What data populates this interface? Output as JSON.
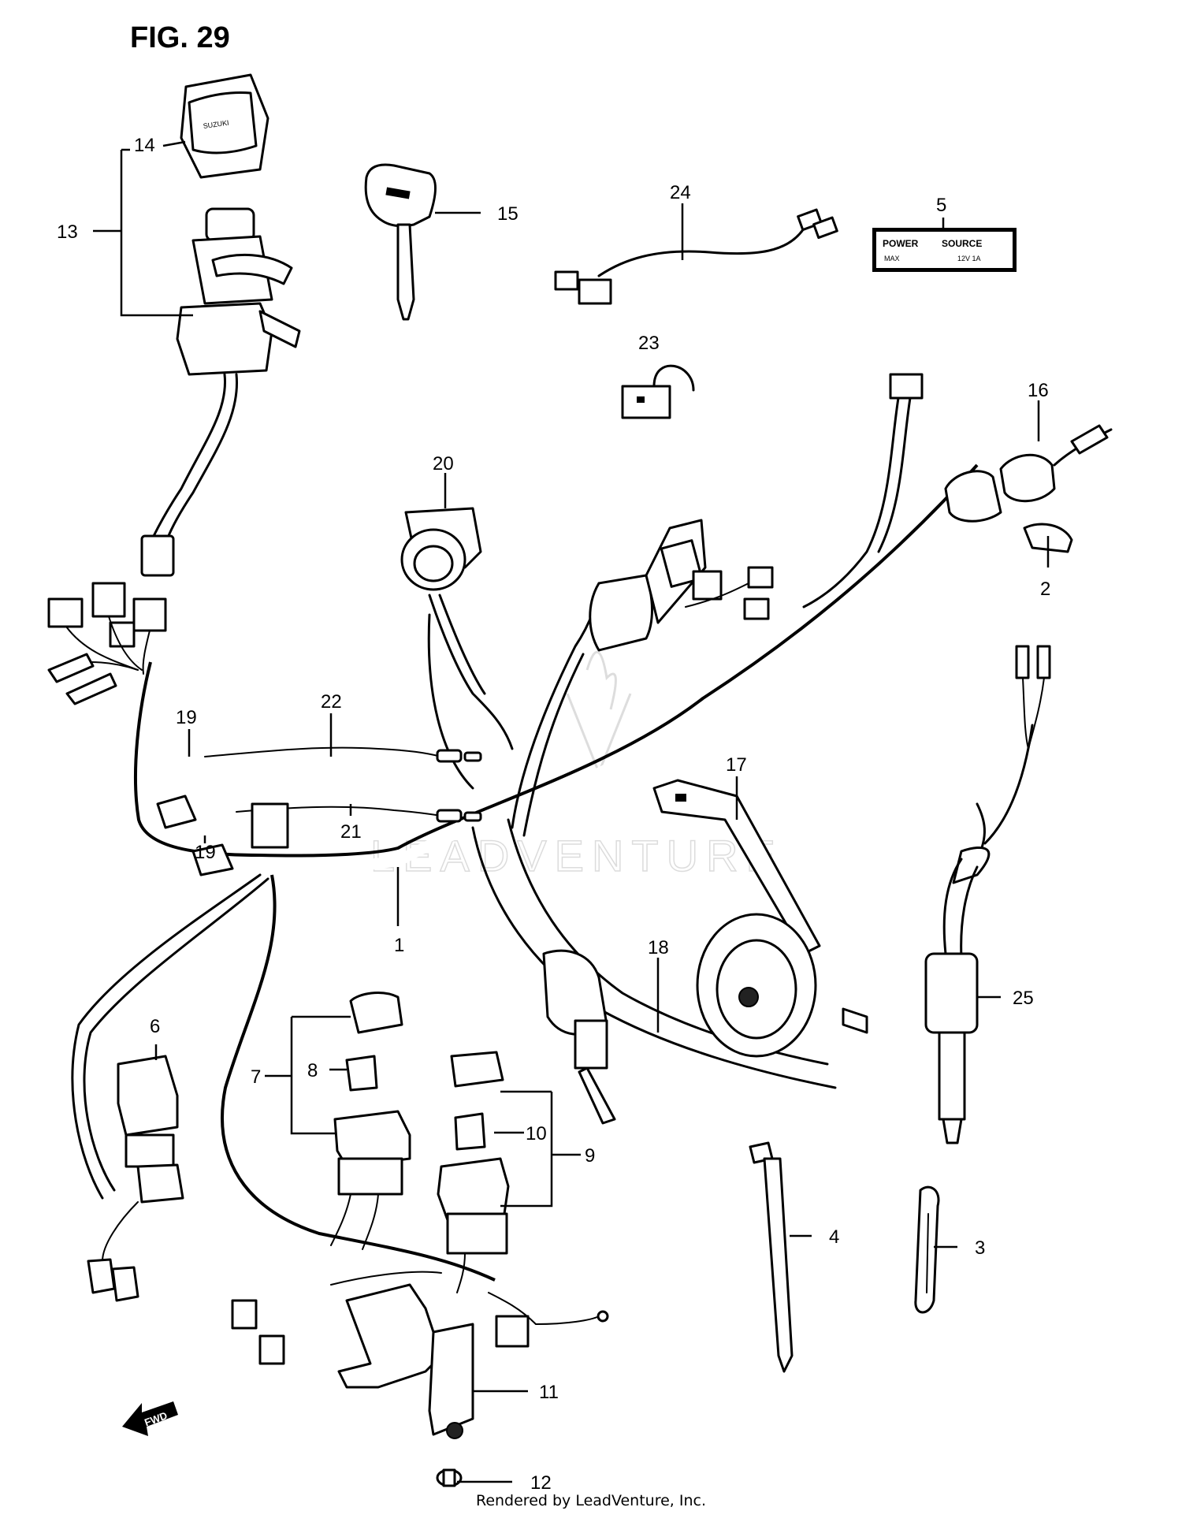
{
  "figure": {
    "title": "FIG. 29"
  },
  "callouts": {
    "c1": "1",
    "c2": "2",
    "c3": "3",
    "c4": "4",
    "c5": "5",
    "c6": "6",
    "c7": "7",
    "c8": "8",
    "c9": "9",
    "c10": "10",
    "c11": "11",
    "c12": "12",
    "c13": "13",
    "c14": "14",
    "c15": "15",
    "c16": "16",
    "c17": "17",
    "c18": "18",
    "c19a": "19",
    "c19b": "19",
    "c20": "20",
    "c21": "21",
    "c22": "22",
    "c23": "23",
    "c24": "24",
    "c25": "25"
  },
  "decal": {
    "power": "POWER",
    "source": "SOURCE",
    "max": "MAX",
    "spec": "12V 1A"
  },
  "key_cover_logo": "SUZUKI",
  "fwd_arrow": "FWD",
  "watermark": "LEADVENTURE",
  "footer": "Rendered by LeadVenture, Inc."
}
